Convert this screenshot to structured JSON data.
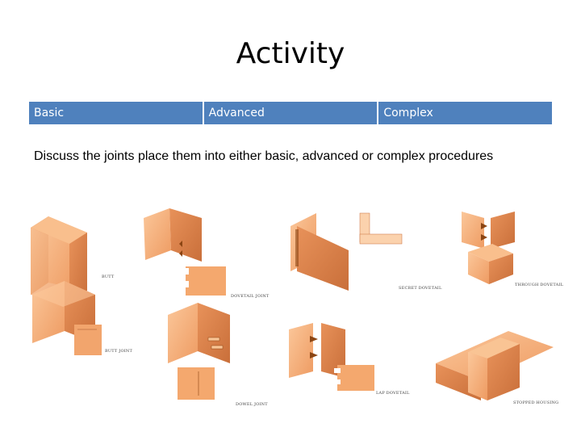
{
  "title": "Activity",
  "columns": [
    "Basic",
    "Advanced",
    "Complex"
  ],
  "instruction": "Discuss the joints place them into either basic, advanced or complex procedures",
  "captions": {
    "butt": "BUTT",
    "butt_corner": "BUTT JOINT",
    "dovetail": "DOVETAIL JOINT",
    "dowel": "DOWEL JOINT",
    "secret_dovetail": "SECRET DOVETAIL",
    "through_dovetail": "THROUGH DOVETAIL",
    "lap_dovetail": "LAP DOVETAIL",
    "stopped_housing": "STOPPED HOUSING"
  },
  "colors": {
    "header": "#4f81bd",
    "wood_light": "#f7b27c",
    "wood_mid": "#e8925a",
    "wood_dark": "#c96f3a"
  }
}
